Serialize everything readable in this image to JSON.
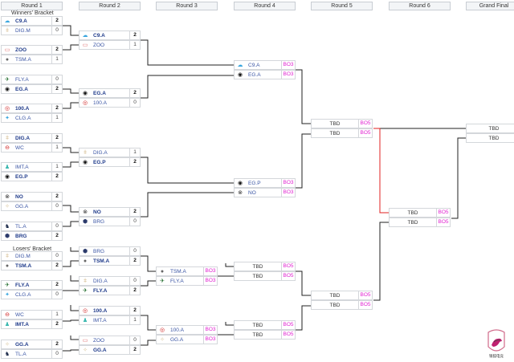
{
  "headers": [
    "Round 1",
    "Round 2",
    "Round 3",
    "Round 4",
    "Round 5",
    "Round 6",
    "Grand Final"
  ],
  "sections": {
    "winners": "Winners' Bracket",
    "losers": "Losers' Bracket"
  },
  "colors": {
    "team_text": "#3a55a4",
    "winner_text": "#1e3a8a",
    "bo_text": "#e020d0",
    "highlight_line": "#e02020",
    "line": "#222222"
  },
  "round1": [
    {
      "a": {
        "name": "C9.A",
        "icon": "cloud9-icon",
        "score": "2",
        "win": true
      },
      "b": {
        "name": "DIG.M",
        "icon": "dignitas-icon",
        "score": "0",
        "win": false
      }
    },
    {
      "a": {
        "name": "ZOO",
        "icon": "zoo-icon",
        "score": "2",
        "win": true
      },
      "b": {
        "name": "TSM.A",
        "icon": "tsm-icon",
        "score": "1",
        "win": false
      }
    },
    {
      "a": {
        "name": "FLY.A",
        "icon": "flyquest-icon",
        "score": "0",
        "win": false
      },
      "b": {
        "name": "EG.A",
        "icon": "eg-icon",
        "score": "2",
        "win": true
      }
    },
    {
      "a": {
        "name": "100.A",
        "icon": "100thieves-icon",
        "score": "2",
        "win": true
      },
      "b": {
        "name": "CLG.A",
        "icon": "clg-icon",
        "score": "1",
        "win": false
      }
    },
    {
      "a": {
        "name": "DIG.A",
        "icon": "dignitas-icon",
        "score": "2",
        "win": true
      },
      "b": {
        "name": "WC",
        "icon": "wc-icon",
        "score": "1",
        "win": false
      }
    },
    {
      "a": {
        "name": "IMT.A",
        "icon": "immortals-icon",
        "score": "1",
        "win": false
      },
      "b": {
        "name": "EG.P",
        "icon": "eg-icon",
        "score": "2",
        "win": true
      }
    },
    {
      "a": {
        "name": "NO",
        "icon": "no-icon",
        "score": "2",
        "win": true
      },
      "b": {
        "name": "GG.A",
        "icon": "gg-icon",
        "score": "0",
        "win": false
      }
    },
    {
      "a": {
        "name": "TL.A",
        "icon": "teamliquid-icon",
        "score": "0",
        "win": false
      },
      "b": {
        "name": "BRG",
        "icon": "brg-icon",
        "score": "2",
        "win": true
      }
    },
    {
      "a": {
        "name": "DIG.M",
        "icon": "dignitas-icon",
        "score": "0",
        "win": false
      },
      "b": {
        "name": "TSM.A",
        "icon": "tsm-icon",
        "score": "2",
        "win": true
      }
    },
    {
      "a": {
        "name": "FLY.A",
        "icon": "flyquest-icon",
        "score": "2",
        "win": true
      },
      "b": {
        "name": "CLG.A",
        "icon": "clg-icon",
        "score": "0",
        "win": false
      }
    },
    {
      "a": {
        "name": "WC",
        "icon": "wc-icon",
        "score": "1",
        "win": false
      },
      "b": {
        "name": "IMT.A",
        "icon": "immortals-icon",
        "score": "2",
        "win": true
      }
    },
    {
      "a": {
        "name": "GG.A",
        "icon": "gg-icon",
        "score": "2",
        "win": true
      },
      "b": {
        "name": "TL.A",
        "icon": "teamliquid-icon",
        "score": "0",
        "win": false
      }
    }
  ],
  "round2": [
    {
      "a": {
        "name": "C9.A",
        "icon": "cloud9-icon",
        "score": "2",
        "win": true
      },
      "b": {
        "name": "ZOO",
        "icon": "zoo-icon",
        "score": "1",
        "win": false
      }
    },
    {
      "a": {
        "name": "EG.A",
        "icon": "eg-icon",
        "score": "2",
        "win": true
      },
      "b": {
        "name": "100.A",
        "icon": "100thieves-icon",
        "score": "0",
        "win": false
      }
    },
    {
      "a": {
        "name": "DIG.A",
        "icon": "dignitas-icon",
        "score": "1",
        "win": false
      },
      "b": {
        "name": "EG.P",
        "icon": "eg-icon",
        "score": "2",
        "win": true
      }
    },
    {
      "a": {
        "name": "NO",
        "icon": "no-icon",
        "score": "2",
        "win": true
      },
      "b": {
        "name": "BRG",
        "icon": "brg-icon",
        "score": "0",
        "win": false
      }
    },
    {
      "a": {
        "name": "BRG",
        "icon": "brg-icon",
        "score": "0",
        "win": false
      },
      "b": {
        "name": "TSM.A",
        "icon": "tsm-icon",
        "score": "2",
        "win": true
      }
    },
    {
      "a": {
        "name": "DIG.A",
        "icon": "dignitas-icon",
        "score": "0",
        "win": false
      },
      "b": {
        "name": "FLY.A",
        "icon": "flyquest-icon",
        "score": "2",
        "win": true
      }
    },
    {
      "a": {
        "name": "100.A",
        "icon": "100thieves-icon",
        "score": "2",
        "win": true
      },
      "b": {
        "name": "IMT.A",
        "icon": "immortals-icon",
        "score": "1",
        "win": false
      }
    },
    {
      "a": {
        "name": "ZOO",
        "icon": "zoo-icon",
        "score": "0",
        "win": false
      },
      "b": {
        "name": "GG.A",
        "icon": "gg-icon",
        "score": "2",
        "win": true
      }
    }
  ],
  "round3": [
    {
      "a": {
        "name": "TSM.A",
        "icon": "tsm-icon",
        "bo": "BO3"
      },
      "b": {
        "name": "FLY.A",
        "icon": "flyquest-icon",
        "bo": "BO3"
      }
    },
    {
      "a": {
        "name": "100.A",
        "icon": "100thieves-icon",
        "bo": "BO3"
      },
      "b": {
        "name": "GG.A",
        "icon": "gg-icon",
        "bo": "BO3"
      }
    }
  ],
  "round4": [
    {
      "a": {
        "name": "C9.A",
        "icon": "cloud9-icon",
        "bo": "BO3"
      },
      "b": {
        "name": "EG.A",
        "icon": "eg-icon",
        "bo": "BO3"
      }
    },
    {
      "a": {
        "name": "EG.P",
        "icon": "eg-icon",
        "bo": "BO3"
      },
      "b": {
        "name": "NO",
        "icon": "no-icon",
        "bo": "BO3"
      }
    },
    {
      "a": {
        "name": "TBD",
        "bo": "BO5"
      },
      "b": {
        "name": "TBD",
        "bo": "BO5"
      }
    },
    {
      "a": {
        "name": "TBD",
        "bo": "BO5"
      },
      "b": {
        "name": "TBD",
        "bo": "BO5"
      }
    }
  ],
  "round5": [
    {
      "a": {
        "name": "TBD",
        "bo": "BO5"
      },
      "b": {
        "name": "TBD",
        "bo": "BO5"
      }
    },
    {
      "a": {
        "name": "TBD",
        "bo": "BO5"
      },
      "b": {
        "name": "TBD",
        "bo": "BO5"
      }
    }
  ],
  "round6": [
    {
      "a": {
        "name": "TBD",
        "bo": "BO5"
      },
      "b": {
        "name": "TBD",
        "bo": "BO5"
      }
    }
  ],
  "grand_final": {
    "a": {
      "name": "TBD"
    },
    "b": {
      "name": "TBD"
    }
  },
  "logo": {
    "icon": "horse-emblem-logo",
    "caption": "银狐电竞"
  }
}
